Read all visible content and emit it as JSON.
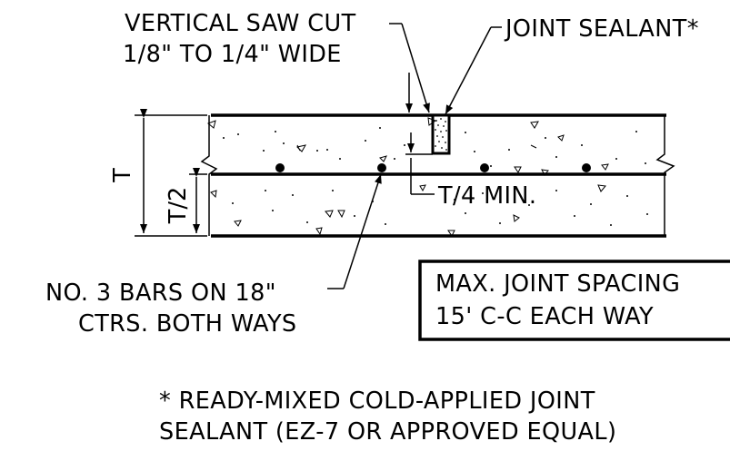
{
  "labels": {
    "saw_cut_line1": "VERTICAL SAW CUT",
    "saw_cut_line2": "1/8\" TO 1/4\" WIDE",
    "joint_sealant": "JOINT SEALANT*",
    "thickness": "T",
    "half_thickness": "T/2",
    "quarter_min": "T/4 MIN.",
    "bars_line1": "NO. 3 BARS ON 18\"",
    "bars_line2": "CTRS. BOTH WAYS",
    "spacing_line1": "MAX. JOINT SPACING",
    "spacing_line2": "15' C-C EACH WAY",
    "note_line1": "* READY-MIXED COLD-APPLIED JOINT",
    "note_line2": "SEALANT (EZ-7 OR APPROVED EQUAL)"
  },
  "colors": {
    "ink": "#000000",
    "paper": "#ffffff"
  }
}
